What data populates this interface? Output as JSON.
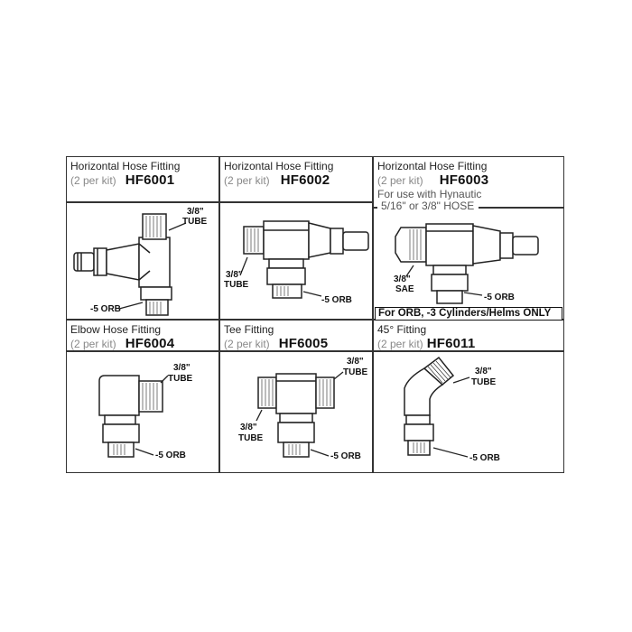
{
  "cells": [
    {
      "title": "Horizontal Hose Fitting",
      "per_kit": "(2 per kit)",
      "code": "HF6001",
      "labels": {
        "top": [
          "3/8\"",
          "TUBE"
        ],
        "bottom": "-5 ORB"
      }
    },
    {
      "title": "Horizontal Hose Fitting",
      "per_kit": "(2 per kit)",
      "code": "HF6002",
      "labels": {
        "left": [
          "3/8\"",
          "TUBE"
        ],
        "bottom": "-5 ORB"
      }
    },
    {
      "title": "Horizontal Hose Fitting",
      "per_kit": "(2 per kit)",
      "code": "HF6003",
      "note_line1": "For use with Hynautic",
      "note_line2": "5/16\" or 3/8\" HOSE",
      "labels": {
        "left": [
          "3/8\"",
          "SAE"
        ],
        "bottom": "-5 ORB"
      },
      "footer": "For ORB, -3 Cylinders/Helms ONLY"
    },
    {
      "title": "Elbow Hose Fitting",
      "per_kit": "(2 per kit)",
      "code": "HF6004",
      "labels": {
        "top": [
          "3/8\"",
          "TUBE"
        ],
        "bottom": "-5 ORB"
      }
    },
    {
      "title": "Tee Fitting",
      "per_kit": "(2 per kit)",
      "code": "HF6005",
      "labels": {
        "top": [
          "3/8\"",
          "TUBE"
        ],
        "left": [
          "3/8\"",
          "TUBE"
        ],
        "bottom": "-5 ORB"
      }
    },
    {
      "title": "45° Fitting",
      "per_kit": "(2 per kit)",
      "code": "HF6011",
      "labels": {
        "top": [
          "3/8\"",
          "TUBE"
        ],
        "bottom": "-5 ORB"
      }
    }
  ]
}
